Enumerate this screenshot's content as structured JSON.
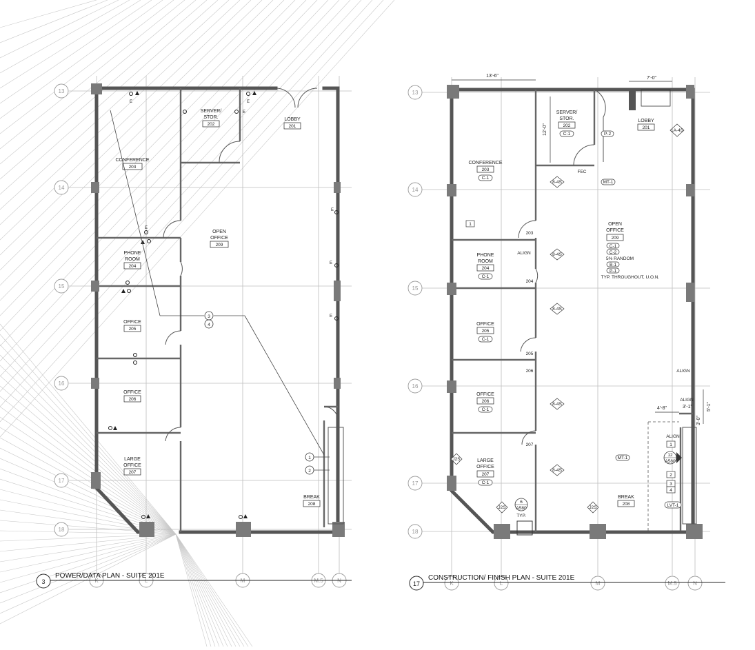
{
  "plans": {
    "left_title": "POWER/DATA PLAN - SUITE 201E",
    "left_number": "3",
    "right_title": "CONSTRUCTION/ FINISH PLAN - SUITE 201E",
    "right_number": "17"
  },
  "grid": {
    "rows": [
      "13",
      "14",
      "15",
      "16",
      "17",
      "18"
    ],
    "cols_left": [
      "K",
      "L",
      "M",
      "M.5",
      "N"
    ],
    "cols_right": [
      "K",
      "L",
      "M",
      "M.5",
      "N"
    ]
  },
  "rooms": [
    {
      "name": "CONFERENCE",
      "number": "203"
    },
    {
      "name": "SERVER/ STOR.",
      "number": "202"
    },
    {
      "name": "LOBBY",
      "number": "201"
    },
    {
      "name": "OPEN OFFICE",
      "number": "209"
    },
    {
      "name": "PHONE ROOM",
      "number": "204"
    },
    {
      "name": "OFFICE",
      "number": "205"
    },
    {
      "name": "OFFICE",
      "number": "206"
    },
    {
      "name": "LARGE OFFICE",
      "number": "207"
    },
    {
      "name": "BREAK",
      "number": "208"
    }
  ],
  "power_data": {
    "outlet_marker": "E",
    "callouts": [
      "3",
      "4",
      "1",
      "2"
    ]
  },
  "finish": {
    "finish_tags": {
      "conference": "C-1",
      "server": "C-1",
      "phone": "C-1",
      "office205": "C-1",
      "office206": "C-1",
      "large_office": "C-1",
      "break": "LVT-1",
      "open_office": [
        "C-1",
        "C-2",
        "5% RANDOM",
        "B-1",
        "P-1"
      ]
    },
    "open_office_note": "TYP. THROUGHOUT, U.O.N.",
    "dims": {
      "d1": "13'-6\"",
      "d2": "7'-0\"",
      "d3": "12'-0\"",
      "d4": "4'-8\"",
      "d5": "3'-1\"",
      "d6": "5'-1\"",
      "d7": "3'-0\""
    },
    "labels": {
      "align": "ALIGN",
      "fec": "FEC",
      "mt1": "MT-1",
      "p2": "P-2",
      "typ": "TYP.",
      "detail": "6",
      "detail_sheet": "A580",
      "detail12": "12",
      "detail12_sheet": "A580",
      "wall_tag": "8-4S",
      "wall_tag_b": "J2S",
      "wall_tag_c": "1A-4S",
      "door_tags": [
        "203",
        "204",
        "205",
        "206",
        "207"
      ],
      "key_notes": [
        "1",
        "2",
        "3",
        "4"
      ]
    }
  }
}
